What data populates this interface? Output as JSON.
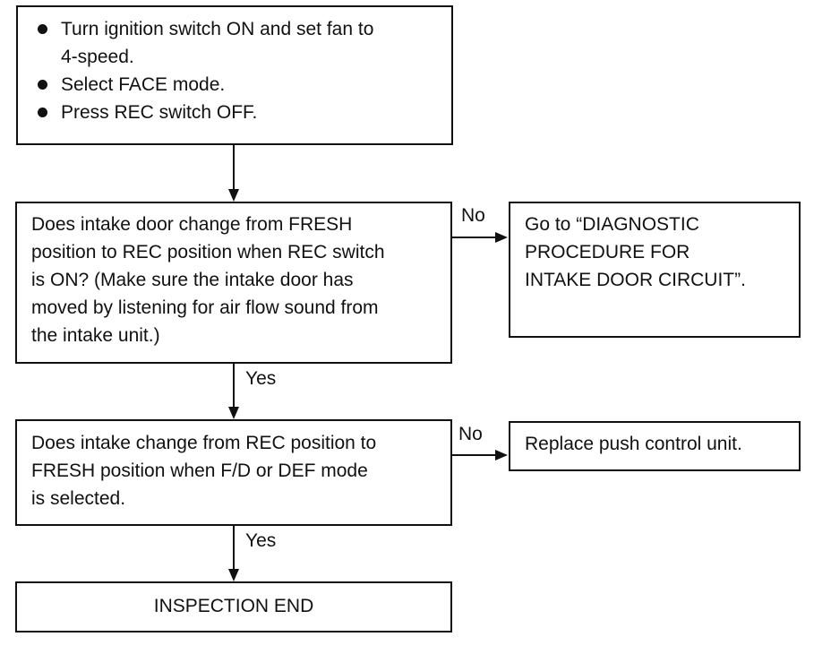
{
  "steps": {
    "start": {
      "bullets": [
        {
          "line1": "Turn ignition switch ON and set fan to",
          "line2": "4-speed."
        },
        {
          "line1": "Select FACE mode.",
          "line2": ""
        },
        {
          "line1": "Press REC switch OFF.",
          "line2": ""
        }
      ]
    },
    "question1": {
      "lines": [
        "Does intake door change from FRESH",
        "position to REC position when REC switch",
        "is ON? (Make sure the intake door has",
        "moved by listening for air flow sound from",
        "the intake unit.)"
      ]
    },
    "result1": {
      "lines": [
        "Go to “DIAGNOSTIC",
        "PROCEDURE FOR",
        "INTAKE DOOR CIRCUIT”."
      ]
    },
    "question2": {
      "lines": [
        "Does intake change from REC position to",
        "FRESH position when F/D or DEF mode",
        "is selected."
      ]
    },
    "result2": {
      "text": "Replace push control unit."
    },
    "end": {
      "text": "INSPECTION END"
    }
  },
  "labels": {
    "q1_no": "No",
    "q1_yes": "Yes",
    "q2_no": "No",
    "q2_yes": "Yes"
  }
}
